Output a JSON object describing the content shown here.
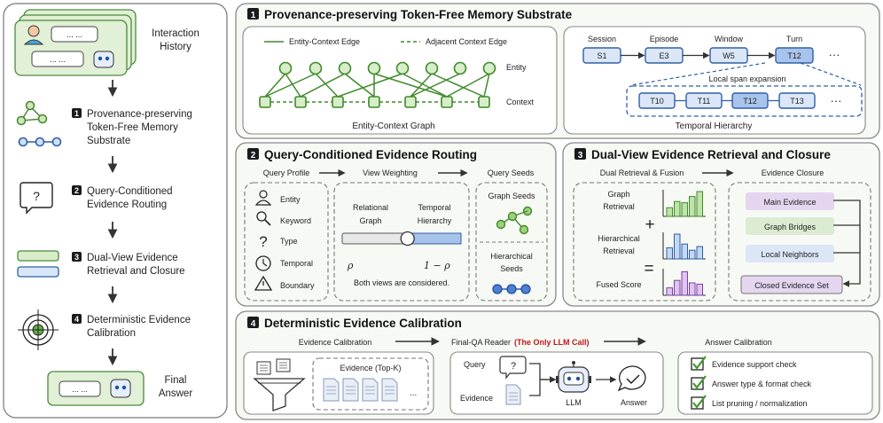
{
  "pipeline": {
    "interaction_history": [
      "Interaction",
      "History"
    ],
    "bubble_dots": "... ...",
    "steps": [
      {
        "num": "1",
        "lines": [
          "Provenance-preserving",
          "Token-Free Memory",
          "Substrate"
        ]
      },
      {
        "num": "2",
        "lines": [
          "Query-Conditioned",
          "Evidence Routing"
        ]
      },
      {
        "num": "3",
        "lines": [
          "Dual-View Evidence",
          "Retrieval and Closure"
        ]
      },
      {
        "num": "4",
        "lines": [
          "Deterministic Evidence",
          "Calibration"
        ]
      }
    ],
    "final_answer": [
      "Final",
      "Answer"
    ]
  },
  "panel1": {
    "num": "1",
    "title": "Provenance-preserving Token-Free Memory Substrate",
    "legend_solid": "Entity-Context Edge",
    "legend_dashed": "Adjacent Context Edge",
    "row_entity": "Entity",
    "row_context": "Context",
    "graph_caption": "Entity-Context Graph",
    "levels": [
      "Session",
      "Episode",
      "Window",
      "Turn"
    ],
    "level_nodes": [
      "S1",
      "E3",
      "W5",
      "T12"
    ],
    "ellipsis": "···",
    "expansion_label": "Local span expansion",
    "span_nodes": [
      "T10",
      "T11",
      "T12",
      "T13"
    ],
    "hierarchy_caption": "Temporal Hierarchy"
  },
  "panel2": {
    "num": "2",
    "title": "Query-Conditioned Evidence Routing",
    "col_profile": "Query Profile",
    "col_weighting": "View Weighting",
    "col_seeds": "Query Seeds",
    "profile_items": [
      "Entity",
      "Keyword",
      "Type",
      "Temporal",
      "Boundary"
    ],
    "relational": [
      "Relational",
      "Graph"
    ],
    "temporal": [
      "Temporal",
      "Hierarchy"
    ],
    "rho": "ρ",
    "one_minus_rho": "1 − ρ",
    "both_views": "Both views are considered.",
    "graph_seeds": "Graph Seeds",
    "hier_seeds": [
      "Hierarchical",
      "Seeds"
    ],
    "slider_value": 0.55
  },
  "panel3": {
    "num": "3",
    "title": "Dual-View Evidence Retrieval and Closure",
    "col_fusion": "Dual Retrieval & Fusion",
    "col_closure": "Evidence Closure",
    "graph_retrieval": [
      "Graph",
      "Retrieval"
    ],
    "hier_retrieval": [
      "Hierarchical",
      "Retrieval"
    ],
    "fused": "Fused Score",
    "plus": "+",
    "equals": "=",
    "closure_items": [
      "Main Evidence",
      "Graph Bridges",
      "Local Neighbors",
      "Closed Evidence Set"
    ]
  },
  "panel4": {
    "num": "4",
    "title": "Deterministic Evidence Calibration",
    "col_calibration": "Evidence Calibration",
    "col_reader": "Final-QA Reader",
    "reader_note": "(The Only LLM Call)",
    "col_answer": "Answer Calibration",
    "evidence_topk": "Evidence (Top-K)",
    "ellipsis": "...",
    "query": "Query",
    "evidence": "Evidence",
    "llm": "LLM",
    "answer": "Answer",
    "question_mark": "?",
    "checks": [
      "Evidence support check",
      "Answer type & format check",
      "List pruning / normalization"
    ]
  }
}
